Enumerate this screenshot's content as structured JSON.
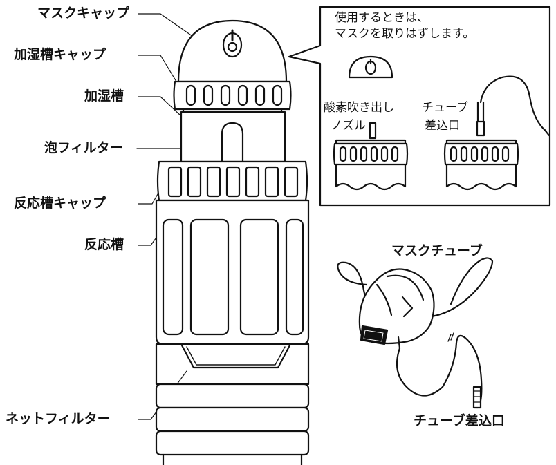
{
  "labels": {
    "mask_cap": "マスクキャップ",
    "humidifier_cap": "加湿槽キャップ",
    "humidifier": "加湿槽",
    "foam_filter": "泡フィルター",
    "reactor_cap": "反応槽キャップ",
    "reactor": "反応槽",
    "net_filter": "ネットフィルター",
    "mask_tube": "マスクチューブ",
    "tube_inlet": "チューブ差込口"
  },
  "callout": {
    "line1": "使用するときは、",
    "line2": "マスクを取りはずします。",
    "nozzle_line1": "酸素吹き出し",
    "nozzle_line2": "ノズル",
    "inlet_line1": "チューブ",
    "inlet_line2": "差込口"
  }
}
